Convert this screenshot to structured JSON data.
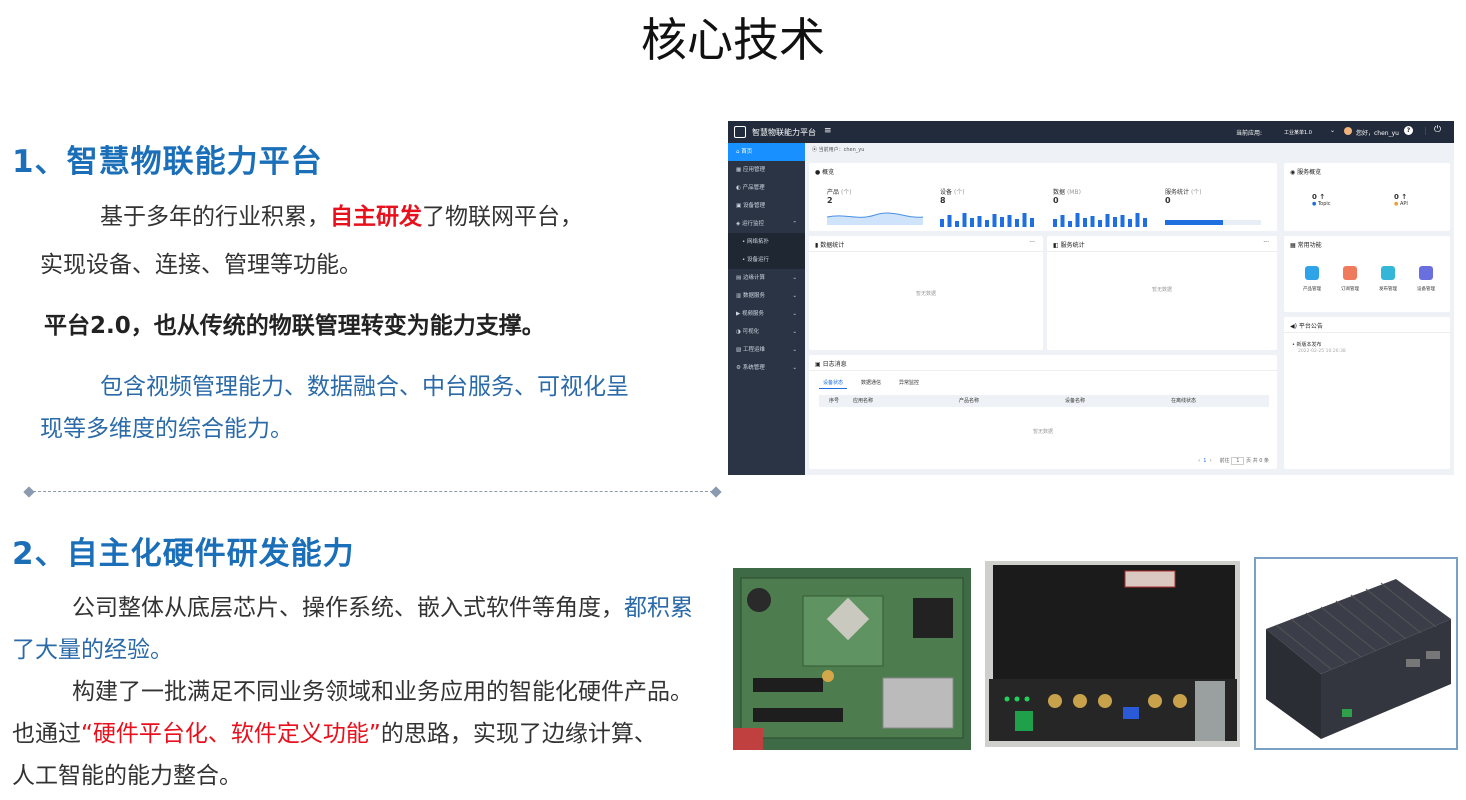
{
  "page_title": "核心技术",
  "section1": {
    "heading": "1、智慧物联能力平台",
    "p1_a": "基于多年的行业积累，",
    "p1_red": "自主研发",
    "p1_b": "了物联网平台，",
    "p1_line2": "实现设备、连接、管理等功能。",
    "p2": "平台2.0，也从传统的物联管理转变为能力支撑。",
    "p3_line1": "包含视频管理能力、数据融合、中台服务、可视化呈",
    "p3_line2": "现等多维度的综合能力。"
  },
  "section2": {
    "heading": "2、自主化硬件研发能力",
    "p1_a": "公司整体从底层芯片、操作系统、嵌入式软件等角度，",
    "p1_blue_a": "都积累",
    "p1_blue_b": "了大量的经验。",
    "p2_line1": "构建了一批满足不同业务领域和业务应用的智能化硬件产品。",
    "p2_a": "也通过",
    "p2_red": "“硬件平台化、软件定义功能”",
    "p2_b": "的思路，实现了边缘计算、",
    "p2_line3": "人工智能的能力整合。"
  },
  "platform": {
    "app_name": "智慧物联能力平台",
    "current_app_label": "当前应用:",
    "current_app_value": "工业某单1.0",
    "greeting": "您好，chen_yu",
    "current_user": "当前用户：chen_yu",
    "sidebar": [
      "首页",
      "应用管理",
      "产品管理",
      "设备管理",
      "运行监控",
      "网络拓扑",
      "设备运行",
      "边缘计算",
      "数据服务",
      "视频服务",
      "可视化",
      "工程运维",
      "系统管理"
    ],
    "overview": {
      "title": "概览",
      "stats": [
        {
          "label": "产品",
          "unit": "(个)",
          "value": "2"
        },
        {
          "label": "设备",
          "unit": "(个)",
          "value": "8"
        },
        {
          "label": "数据",
          "unit": "(MB)",
          "value": "0"
        },
        {
          "label": "服务统计",
          "unit": "(个)",
          "value": "0"
        }
      ],
      "service_progress": 0.6
    },
    "service_overview": {
      "title": "服务概览",
      "items": [
        {
          "value": "0",
          "label": "Topic"
        },
        {
          "value": "0",
          "label": "API"
        }
      ]
    },
    "data_stats": {
      "title": "数据统计",
      "empty": "暂无数据"
    },
    "service_stats": {
      "title": "服务统计",
      "empty": "暂无数据"
    },
    "common_functions": {
      "title": "常用功能",
      "items": [
        {
          "label": "产品管理",
          "color": "#2fa3e8"
        },
        {
          "label": "订阅管理",
          "color": "#f07a5c"
        },
        {
          "label": "发布管理",
          "color": "#34b6d8"
        },
        {
          "label": "设备管理",
          "color": "#6a6fe0"
        }
      ]
    },
    "announcement": {
      "title": "平台公告",
      "item": "新版本发布",
      "time": "2022-02-25 10:26:38"
    },
    "logs": {
      "title": "日志消息",
      "tabs": [
        "设备状态",
        "数据通信",
        "异常监控"
      ],
      "columns": [
        "序号",
        "应用名称",
        "产品名称",
        "设备名称",
        "在离线状态"
      ],
      "empty": "暂无数据",
      "pagination": {
        "page": "1",
        "goto": "前往",
        "goto_page": "1",
        "page_suffix": "页",
        "total": "共 0 条"
      }
    }
  }
}
